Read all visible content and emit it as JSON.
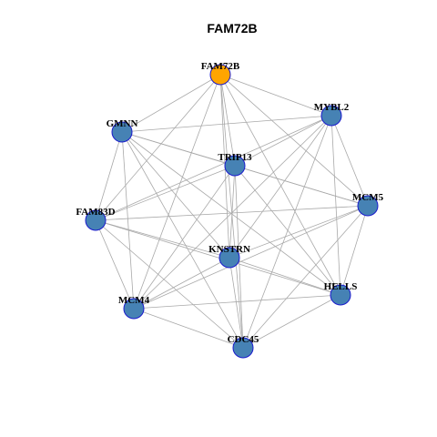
{
  "title": "FAM72B",
  "colors": {
    "focus_node": "#FFA500",
    "other_node": "#4682B4",
    "node_border": "#1A1ACD",
    "edge": "#A9A9A9"
  },
  "nodes": [
    {
      "id": "FAM72B",
      "label": "FAM72B",
      "focus": true
    },
    {
      "id": "MYBL2",
      "label": "MYBL2",
      "focus": false
    },
    {
      "id": "GMNN",
      "label": "GMNN",
      "focus": false
    },
    {
      "id": "TRIP13",
      "label": "TRIP13",
      "focus": false
    },
    {
      "id": "MCM5",
      "label": "MCM5",
      "focus": false
    },
    {
      "id": "FAM83D",
      "label": "FAM83D",
      "focus": false
    },
    {
      "id": "KNSTRN",
      "label": "KNSTRN",
      "focus": false
    },
    {
      "id": "HELLS",
      "label": "HELLS",
      "focus": false
    },
    {
      "id": "MCM4",
      "label": "MCM4",
      "focus": false
    },
    {
      "id": "CDC45",
      "label": "CDC45",
      "focus": false
    }
  ],
  "edges": [
    [
      "FAM72B",
      "MYBL2"
    ],
    [
      "FAM72B",
      "GMNN"
    ],
    [
      "FAM72B",
      "TRIP13"
    ],
    [
      "FAM72B",
      "MCM5"
    ],
    [
      "FAM72B",
      "FAM83D"
    ],
    [
      "FAM72B",
      "KNSTRN"
    ],
    [
      "FAM72B",
      "HELLS"
    ],
    [
      "FAM72B",
      "MCM4"
    ],
    [
      "FAM72B",
      "CDC45"
    ],
    [
      "MYBL2",
      "GMNN"
    ],
    [
      "MYBL2",
      "TRIP13"
    ],
    [
      "MYBL2",
      "MCM5"
    ],
    [
      "MYBL2",
      "FAM83D"
    ],
    [
      "MYBL2",
      "KNSTRN"
    ],
    [
      "MYBL2",
      "HELLS"
    ],
    [
      "MYBL2",
      "MCM4"
    ],
    [
      "MYBL2",
      "CDC45"
    ],
    [
      "GMNN",
      "TRIP13"
    ],
    [
      "GMNN",
      "MCM5"
    ],
    [
      "GMNN",
      "FAM83D"
    ],
    [
      "GMNN",
      "KNSTRN"
    ],
    [
      "GMNN",
      "HELLS"
    ],
    [
      "GMNN",
      "MCM4"
    ],
    [
      "GMNN",
      "CDC45"
    ],
    [
      "TRIP13",
      "MCM5"
    ],
    [
      "TRIP13",
      "FAM83D"
    ],
    [
      "TRIP13",
      "KNSTRN"
    ],
    [
      "TRIP13",
      "HELLS"
    ],
    [
      "TRIP13",
      "MCM4"
    ],
    [
      "TRIP13",
      "CDC45"
    ],
    [
      "MCM5",
      "FAM83D"
    ],
    [
      "MCM5",
      "KNSTRN"
    ],
    [
      "MCM5",
      "HELLS"
    ],
    [
      "MCM5",
      "MCM4"
    ],
    [
      "MCM5",
      "CDC45"
    ],
    [
      "FAM83D",
      "KNSTRN"
    ],
    [
      "FAM83D",
      "HELLS"
    ],
    [
      "FAM83D",
      "MCM4"
    ],
    [
      "FAM83D",
      "CDC45"
    ],
    [
      "KNSTRN",
      "HELLS"
    ],
    [
      "KNSTRN",
      "MCM4"
    ],
    [
      "KNSTRN",
      "CDC45"
    ],
    [
      "HELLS",
      "MCM4"
    ],
    [
      "HELLS",
      "CDC45"
    ],
    [
      "MCM4",
      "CDC45"
    ]
  ]
}
